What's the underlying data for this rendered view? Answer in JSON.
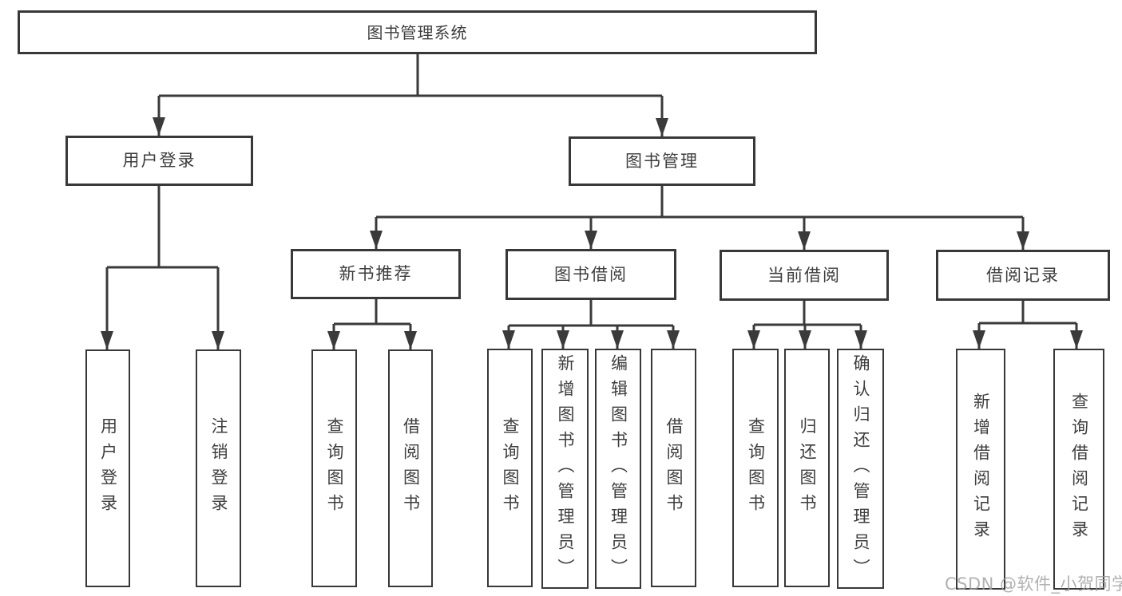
{
  "diagram": {
    "title": "图书管理系统",
    "nodes": [
      {
        "id": "root",
        "label": "图书管理系统"
      },
      {
        "id": "user-login",
        "label": "用户登录"
      },
      {
        "id": "book-mgmt",
        "label": "图书管理"
      },
      {
        "id": "login",
        "label": "用户登录"
      },
      {
        "id": "logout",
        "label": "注销登录"
      },
      {
        "id": "new-book-rec",
        "label": "新书推荐"
      },
      {
        "id": "book-borrow",
        "label": "图书借阅"
      },
      {
        "id": "current-borrow",
        "label": "当前借阅"
      },
      {
        "id": "borrow-record",
        "label": "借阅记录"
      },
      {
        "id": "nb-query",
        "label": "查询图书"
      },
      {
        "id": "nb-borrow",
        "label": "借阅图书"
      },
      {
        "id": "bb-query",
        "label": "查询图书"
      },
      {
        "id": "bb-add",
        "label": "新增图书（管理员）"
      },
      {
        "id": "bb-edit",
        "label": "编辑图书（管理员）"
      },
      {
        "id": "bb-borrow",
        "label": "借阅图书"
      },
      {
        "id": "cb-query",
        "label": "查询图书"
      },
      {
        "id": "cb-return",
        "label": "归还图书"
      },
      {
        "id": "cb-confirm",
        "label": "确认归还（管理员）"
      },
      {
        "id": "br-add",
        "label": "新增借阅记录"
      },
      {
        "id": "br-query",
        "label": "查询借阅记录"
      }
    ],
    "edges": [
      [
        "root",
        "user-login"
      ],
      [
        "root",
        "book-mgmt"
      ],
      [
        "user-login",
        "login"
      ],
      [
        "user-login",
        "logout"
      ],
      [
        "book-mgmt",
        "new-book-rec"
      ],
      [
        "book-mgmt",
        "book-borrow"
      ],
      [
        "book-mgmt",
        "current-borrow"
      ],
      [
        "book-mgmt",
        "borrow-record"
      ],
      [
        "new-book-rec",
        "nb-query"
      ],
      [
        "new-book-rec",
        "nb-borrow"
      ],
      [
        "book-borrow",
        "bb-query"
      ],
      [
        "book-borrow",
        "bb-add"
      ],
      [
        "book-borrow",
        "bb-edit"
      ],
      [
        "book-borrow",
        "bb-borrow"
      ],
      [
        "current-borrow",
        "cb-query"
      ],
      [
        "current-borrow",
        "cb-return"
      ],
      [
        "current-borrow",
        "cb-confirm"
      ],
      [
        "borrow-record",
        "br-add"
      ],
      [
        "borrow-record",
        "br-query"
      ]
    ],
    "colors": {
      "line": "#3a3a3a",
      "border": "#383838",
      "text": "#3d3d3d",
      "background": "#ffffff",
      "watermark": "#9e9e9e"
    }
  },
  "watermark": {
    "text": "CSDN @软件_小贺同学"
  }
}
